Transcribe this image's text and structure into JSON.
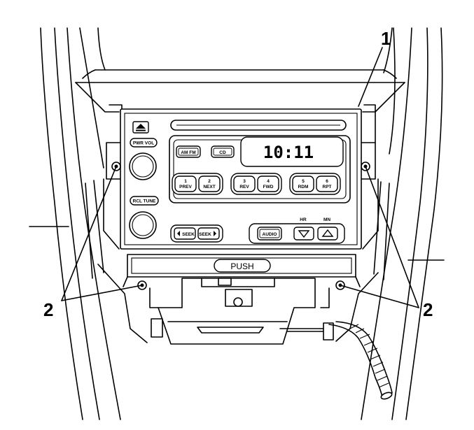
{
  "callouts": {
    "radio": "1",
    "bolts_left": "2",
    "bolts_right": "2"
  },
  "radio": {
    "pwr_vol": "PWR VOL",
    "rcl_tune": "RCL TUNE",
    "am_fm": "AM FM",
    "cd": "CD",
    "display_time": "10:11",
    "presets": [
      {
        "num": "1",
        "label": "PREV"
      },
      {
        "num": "2",
        "label": "NEXT"
      },
      {
        "num": "3",
        "label": "REV"
      },
      {
        "num": "4",
        "label": "FWD"
      },
      {
        "num": "5",
        "label": "RDM"
      },
      {
        "num": "6",
        "label": "RPT"
      }
    ],
    "seek_down": "SEEK",
    "seek_up": "SEEK",
    "audio": "AUDIO",
    "hr": "HR",
    "mn": "MN",
    "push": "PUSH"
  }
}
